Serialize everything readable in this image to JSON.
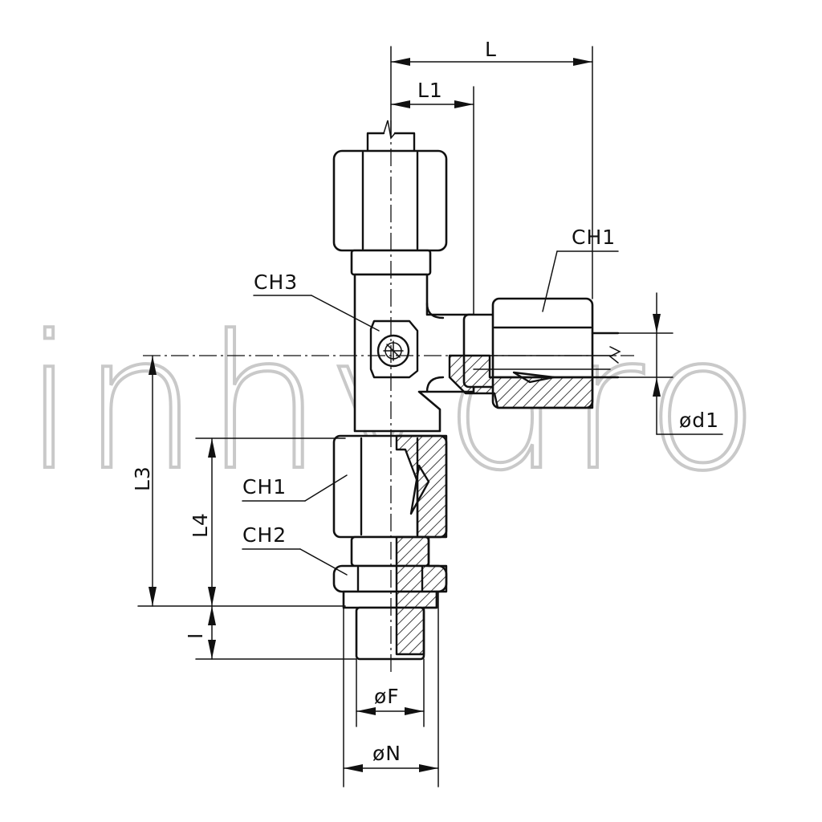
{
  "watermark": "inhydro",
  "labels": {
    "L": "L",
    "L1": "L1",
    "L3": "L3",
    "L4": "L4",
    "I": "I",
    "CH1_side": "CH1",
    "CH1_bottom": "CH1",
    "CH2": "CH2",
    "CH3": "CH3",
    "d1": "ød1",
    "F": "øF",
    "N": "øN"
  }
}
